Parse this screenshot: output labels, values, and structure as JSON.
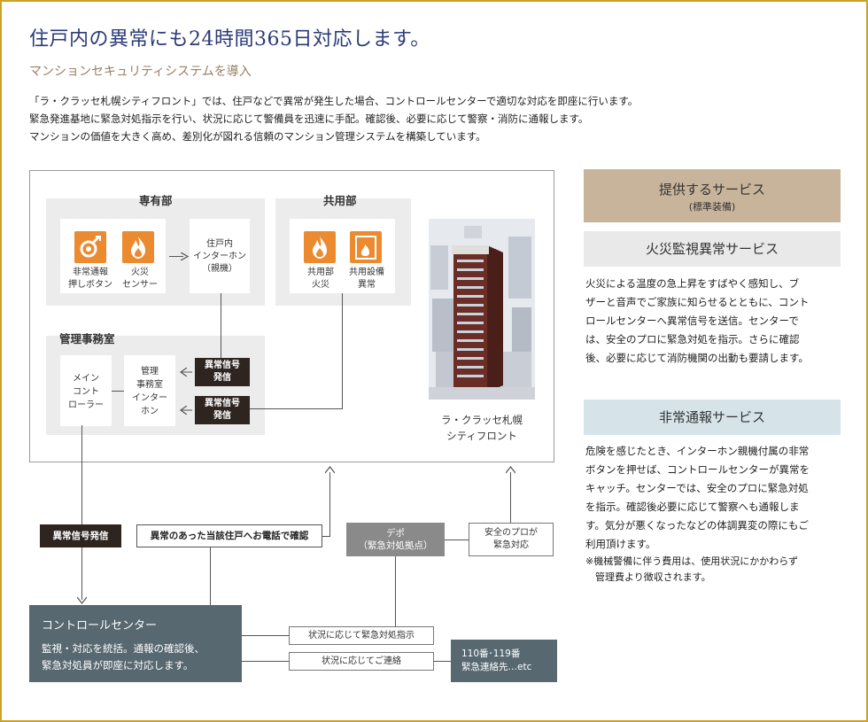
{
  "header": {
    "title": "住戸内の異常にも24時間365日対応します。",
    "subtitle": "マンションセキュリティシステムを導入",
    "intro": [
      "「ラ・クラッセ札幌シティフロント」では、住戸などで異常が発生した場合、コントロールセンターで適切な対応を即座に行います。",
      "緊急発進基地に緊急対処指示を行い、状況に応じて警備員を迅速に手配。確認後、必要に応じて警察・消防に通報します。",
      "マンションの価値を大きく高め、差別化が図れる信頼のマンション管理システムを構築しています。"
    ]
  },
  "diagram": {
    "private_area": {
      "label": "専有部",
      "emergency_button": "非常通報\n押しボタン",
      "fire_sensor": "火災\nセンサー",
      "intercom": "住戸内\nインターホン\n（親機）"
    },
    "common_area": {
      "label": "共用部",
      "common_fire": "共用部\n火災",
      "equipment_fault": "共用設備\n異常"
    },
    "office": {
      "label": "管理事務室",
      "main_controller": "メイン\nコント\nローラー",
      "office_intercom": "管理\n事務室\nインター\nホン",
      "badge_1": "異常信号\n発信",
      "badge_2": "異常信号\n発信"
    },
    "building_caption": "ラ・クラッセ札幌\nシティフロント",
    "icons": {
      "emergency_button": "alarm-button-icon",
      "fire_sensor": "flame-icon",
      "common_fire": "flame-icon",
      "equipment_fault": "equipment-fault-icon"
    }
  },
  "flow": {
    "signal_out": "異常信号発信",
    "phone_confirm": "異常のあった当該住戸へお電話で確認",
    "depot": "デポ\n（緊急対処拠点）",
    "pro_response": "安全のプロが\n緊急対応",
    "instruct": "状況に応じて緊急対処指示",
    "contact": "状況に応じてご連絡",
    "control_center": {
      "title": "コントロールセンター",
      "body": "監視・対応を統括。通報の確認後、\n緊急対処員が即座に対応します。"
    },
    "emergency_contacts": "110番･119番\n緊急連絡先…etc"
  },
  "services": {
    "head": "提供するサービス",
    "head_sub": "(標準装備)",
    "fire": {
      "title": "火災監視異常サービス",
      "text": "火災による温度の急上昇をすばやく感知し、ブ\nザーと音声でご家族に知らせるとともに、コント\nロールセンターへ異常信号を送信。センターで\nは、安全のプロに緊急対処を指示。さらに確認\n後、必要に応じて消防機関の出動も要請します。"
    },
    "emergency": {
      "title": "非常通報サービス",
      "text": "危険を感じたとき、インターホン親機付属の非常\nボタンを押せば、コントロールセンターが異常を\nキャッチ。センターでは、安全のプロに緊急対処\nを指示。確認後必要に応じて警察へも通報しま\nす。気分が悪くなったなどの体調異変の際にもご\n利用頂けます。"
    },
    "note": "※機械警備に伴う費用は、使用状況にかかわらず\n　管理費より徴収されます。"
  },
  "colors": {
    "frame": "#c9a227",
    "title": "#2b3a78",
    "subtitle": "#9a7f65",
    "orange_icon": "#eb8a2f",
    "dark_badge": "#2e2420",
    "slate": "#576870",
    "depot_gray": "#8a8a8a",
    "service_head": "#c7b49a",
    "fire_service_bg": "#e9e9e9",
    "emergency_service_bg": "#d6e4ea"
  }
}
